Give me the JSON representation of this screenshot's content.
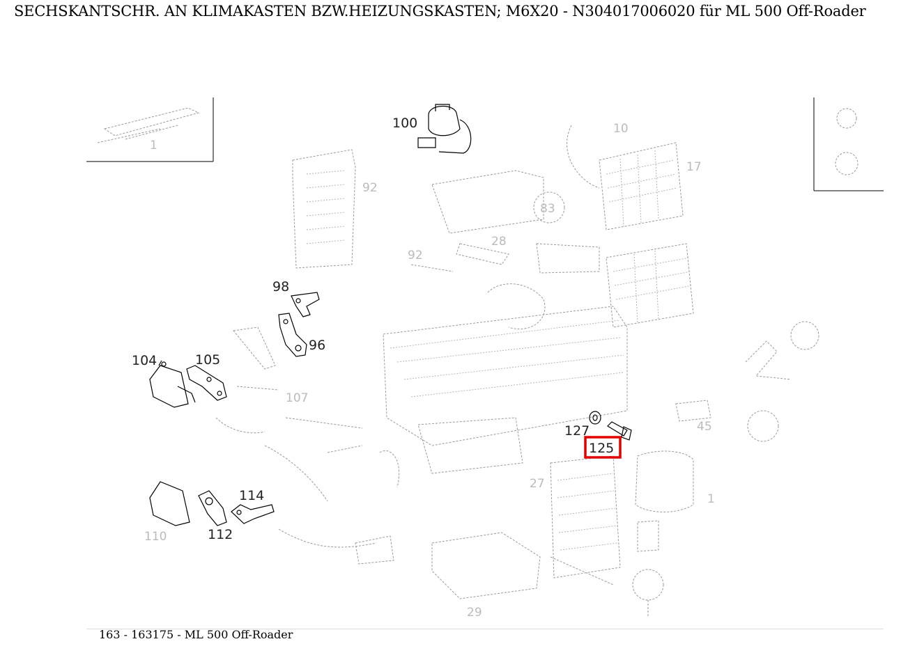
{
  "title": "SECHSKANTSCHR. AN KLIMAKASTEN BZW.HEIZUNGSKASTEN; M6X20 - N304017006020 für ML 500 Off-Roader",
  "footer": "163 - 163175 - ML 500 Off-Roader",
  "highlight_color": "#e00000",
  "callouts": {
    "c100": "100",
    "c98": "98",
    "c96": "96",
    "c104": "104",
    "c105": "105",
    "c114": "114",
    "c112": "112",
    "c127": "127",
    "c125": "125"
  }
}
